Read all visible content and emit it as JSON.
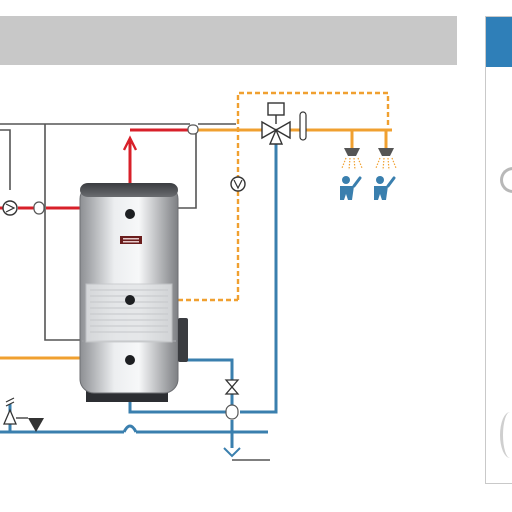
{
  "header": {
    "title": ""
  },
  "side_panel": {
    "accent_color": "#2f7fb8"
  },
  "diagram": {
    "components": [
      "hot-water-storage-tank",
      "circulation-pump",
      "pump",
      "three-way-mixing-valve",
      "shower-head",
      "user-icon",
      "check-valve",
      "safety-valve",
      "drain",
      "heat-exchanger-coil",
      "electric-heater-flange"
    ],
    "pipe_colors": {
      "hot_water": "#d8202a",
      "cold_water": "#3a7fae",
      "mixed_water": "#f0a030",
      "circulation_dashed": "#f0a030",
      "control_line": "#555555"
    },
    "brand_logo_color": "#6b1d1d"
  }
}
